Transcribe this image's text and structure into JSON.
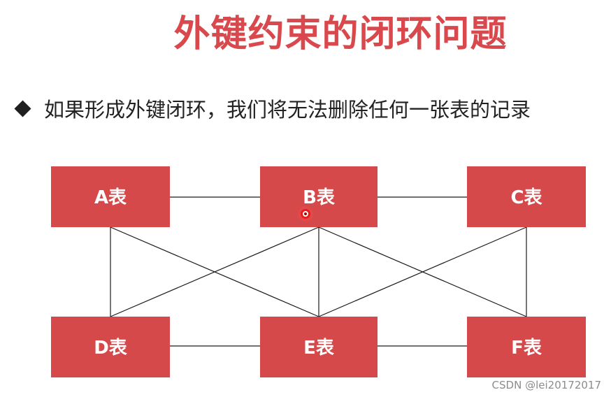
{
  "title": "外键约束的闭环问题",
  "bullet": {
    "icon": "diamond-bullet-icon",
    "text": "如果形成外键闭环，我们将无法删除任何一张表的记录"
  },
  "colors": {
    "title": "#d9484c",
    "node_fill": "#d6494b",
    "node_text": "#ffffff",
    "edge": "#1a1a1a"
  },
  "diagram": {
    "nodes": [
      {
        "id": "A",
        "label": "A表"
      },
      {
        "id": "B",
        "label": "B表"
      },
      {
        "id": "C",
        "label": "C表"
      },
      {
        "id": "D",
        "label": "D表"
      },
      {
        "id": "E",
        "label": "E表"
      },
      {
        "id": "F",
        "label": "F表"
      }
    ],
    "edges": [
      {
        "from": "A",
        "to": "B"
      },
      {
        "from": "B",
        "to": "C"
      },
      {
        "from": "D",
        "to": "E"
      },
      {
        "from": "E",
        "to": "F"
      },
      {
        "from": "A",
        "to": "D"
      },
      {
        "from": "A",
        "to": "E"
      },
      {
        "from": "B",
        "to": "D"
      },
      {
        "from": "B",
        "to": "E"
      },
      {
        "from": "B",
        "to": "F"
      },
      {
        "from": "C",
        "to": "E"
      },
      {
        "from": "C",
        "to": "F"
      }
    ]
  },
  "watermark": "CSDN @lei20172017"
}
